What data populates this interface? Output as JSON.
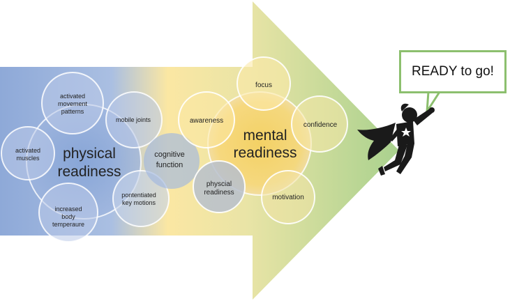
{
  "physical": {
    "title_line1": "physical",
    "title_line2": "readiness",
    "satellites": {
      "movement_line1": "activated",
      "movement_line2": "movement",
      "movement_line3": "patterns",
      "joints": "mobile joints",
      "muscles_line1": "activated",
      "muscles_line2": "muscles",
      "temp_line1": "increased",
      "temp_line2": "body",
      "temp_line3": "temperaure",
      "motions_line1": "pontentiated",
      "motions_line2": "key motions"
    }
  },
  "bridge": {
    "line1": "cognitive",
    "line2": "function"
  },
  "mental": {
    "title_line1": "mental",
    "title_line2": "readiness",
    "satellites": {
      "focus": "focus",
      "awareness": "awareness",
      "confidence": "confidence",
      "physical_line1": "physcial",
      "physical_line2": "readiness",
      "motivation": "motivation"
    }
  },
  "speech_bubble": {
    "text": "READY to go!"
  },
  "colors": {
    "blue": "#8ea9d8",
    "yellow": "#fbe7a3",
    "green": "#a9d18e",
    "mental_core": "#f5cf5e",
    "bubble_border": "#8cbf6e"
  }
}
